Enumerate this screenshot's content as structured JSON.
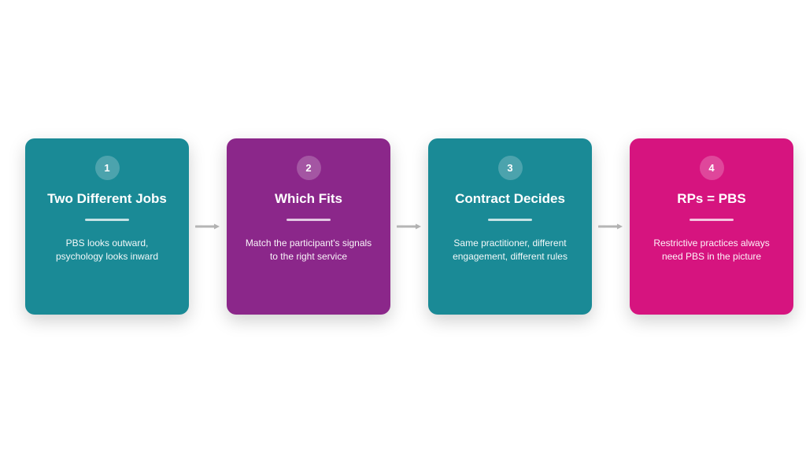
{
  "colors": {
    "teal": "#1a8a96",
    "purple": "#8b278a",
    "magenta": "#d6147f",
    "arrow": "#b5b5b5"
  },
  "steps": [
    {
      "number": "1",
      "title": "Two Different Jobs",
      "line1": "PBS looks outward,",
      "line2": "psychology looks inward",
      "color": "teal"
    },
    {
      "number": "2",
      "title": "Which Fits",
      "line1": "Match the participant's signals",
      "line2": "to the right service",
      "color": "purple"
    },
    {
      "number": "3",
      "title": "Contract Decides",
      "line1": "Same practitioner, different",
      "line2": "engagement, different rules",
      "color": "teal"
    },
    {
      "number": "4",
      "title": "RPs = PBS",
      "line1": "Restrictive practices always",
      "line2": "need PBS in the picture",
      "color": "magenta"
    }
  ]
}
